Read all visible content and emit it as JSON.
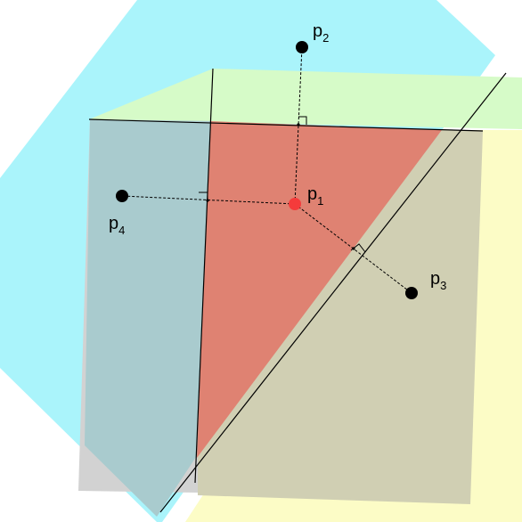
{
  "colors": {
    "cyan_region": "#aaf4fb",
    "green_region": "#d6fbc8",
    "yellow_region": "#fcfcc6",
    "gray_region": "#d2d2d2",
    "steel_region": "#a9cbce",
    "khaki_region": "#d0cfb3",
    "red_region": "#df8272",
    "line": "#000000",
    "point": "#000000",
    "highlight_point": "#f53b3b"
  },
  "points": {
    "p1": {
      "base": "p",
      "sub": "1"
    },
    "p2": {
      "base": "p",
      "sub": "2"
    },
    "p3": {
      "base": "p",
      "sub": "3"
    },
    "p4": {
      "base": "p",
      "sub": "4"
    }
  }
}
